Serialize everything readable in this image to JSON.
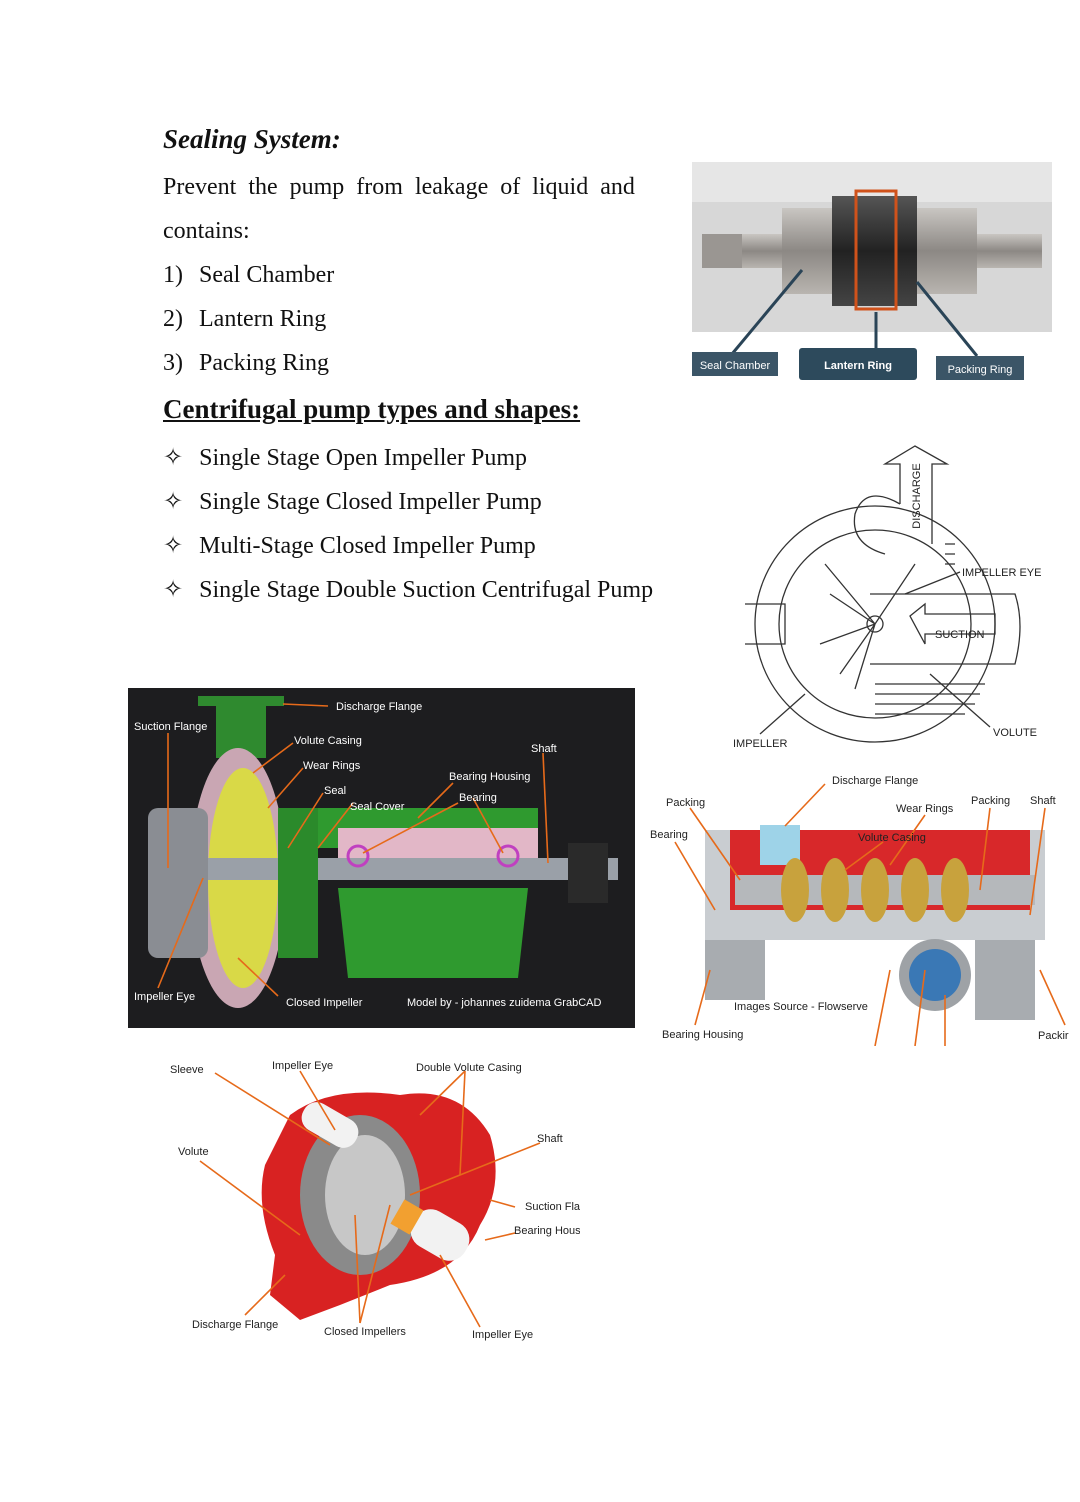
{
  "sealing": {
    "title": "Sealing System:",
    "intro_line1": "Prevent  the  pump  from  leakage  of  liquid  and",
    "intro_line2": "contains:",
    "items": [
      {
        "num": "1)",
        "text": "Seal Chamber"
      },
      {
        "num": "2)",
        "text": "Lantern Ring"
      },
      {
        "num": "3)",
        "text": "Packing Ring"
      }
    ]
  },
  "types": {
    "title": "Centrifugal pump types and shapes:",
    "bullet": "✧",
    "items": [
      "Single Stage Open Impeller Pump",
      "Single Stage Closed Impeller Pump",
      "Multi-Stage Closed Impeller Pump",
      "Single Stage Double Suction Centrifugal Pump"
    ]
  },
  "fig_seal": {
    "seal_chamber": "Seal Chamber",
    "lantern_ring": "Lantern Ring",
    "packing_ring": "Packing Ring"
  },
  "fig_eye": {
    "discharge": "DISCHARGE",
    "impeller_eye": "IMPELLER EYE",
    "suction": "SUCTION",
    "impeller": "IMPELLER",
    "volute": "VOLUTE"
  },
  "fig_single": {
    "discharge_flange": "Discharge Flange",
    "suction_flange": "Suction Flange",
    "volute_casing": "Volute Casing",
    "wear_rings": "Wear Rings",
    "shaft": "Shaft",
    "bearing_housing": "Bearing Housing",
    "seal": "Seal",
    "bearing": "Bearing",
    "seal_cover": "Seal Cover",
    "impeller_eye": "Impeller Eye",
    "closed_impeller": "Closed Impeller",
    "credit": "Model by  - johannes zuidema GrabCAD"
  },
  "fig_multi": {
    "discharge_flange": "Discharge Flange",
    "packing_left": "Packing",
    "wear_rings": "Wear Rings",
    "packing_right": "Packing",
    "shaft": "Shaft",
    "bearing": "Bearing",
    "volute_casing": "Volute Casing",
    "source": "Images Source - Flowserve",
    "bearing_housing": "Bearing Housing",
    "packing_cut": "Packir"
  },
  "fig_double": {
    "sleeve": "Sleeve",
    "impeller_eye_top": "Impeller Eye",
    "double_volute": "Double Volute Casing",
    "shaft": "Shaft",
    "volute": "Volute",
    "suction_flange": "Suction Fla",
    "bearing_housing": "Bearing Hous",
    "discharge_flange": "Discharge Flange",
    "closed_impellers": "Closed Impellers",
    "impeller_eye_bottom": "Impeller Eye"
  }
}
